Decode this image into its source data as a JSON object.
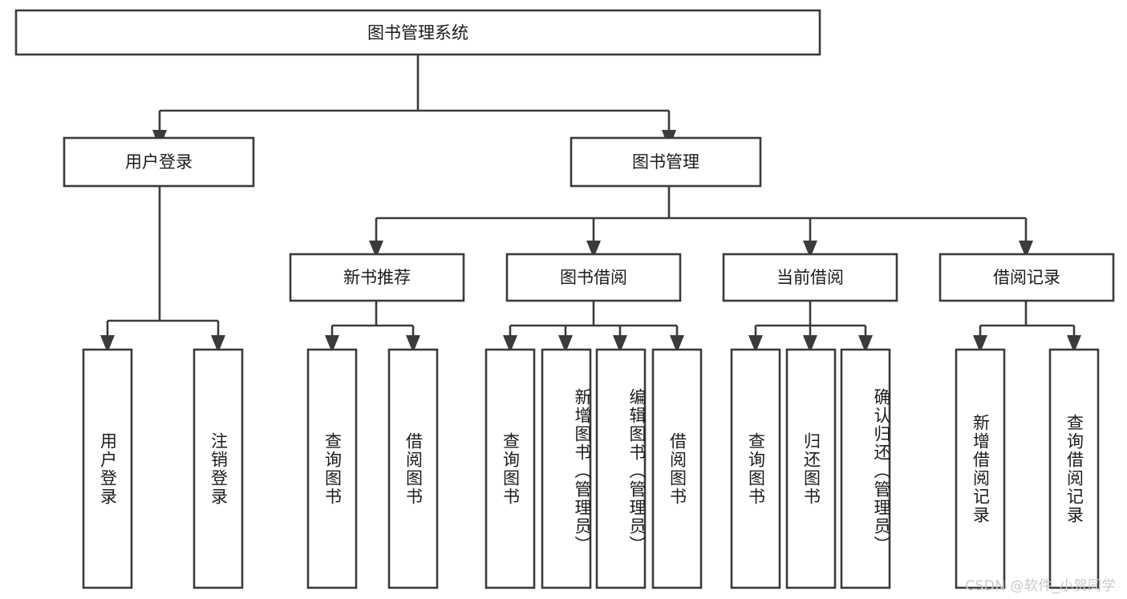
{
  "diagram": {
    "type": "tree-hierarchy",
    "title": "图书管理系统",
    "orientation": "top-down",
    "colors": {
      "box_stroke": "#3b3b3b",
      "box_fill": "#ffffff",
      "text": "#1b1b1b",
      "background": "#ffffff",
      "watermark": "#c9c9c9"
    },
    "levels": {
      "root": {
        "label": "图书管理系统"
      },
      "level2": [
        {
          "label": "用户登录"
        },
        {
          "label": "图书管理"
        }
      ],
      "level3": [
        {
          "label": "新书推荐"
        },
        {
          "label": "图书借阅"
        },
        {
          "label": "当前借阅"
        },
        {
          "label": "借阅记录"
        }
      ],
      "leaves": {
        "user_login": [
          {
            "label": "用户登录"
          },
          {
            "label": "注销登录"
          }
        ],
        "new_book_recommend": [
          {
            "label": "查询图书"
          },
          {
            "label": "借阅图书"
          }
        ],
        "book_borrow": [
          {
            "label": "查询图书"
          },
          {
            "label": "新增图书（管理员）"
          },
          {
            "label": "编辑图书（管理员）"
          },
          {
            "label": "借阅图书"
          }
        ],
        "current_borrow": [
          {
            "label": "查询图书"
          },
          {
            "label": "归还图书"
          },
          {
            "label": "确认归还（管理员）"
          }
        ],
        "borrow_record": [
          {
            "label": "新增借阅记录"
          },
          {
            "label": "查询借阅记录"
          }
        ]
      }
    },
    "watermark": "CSDN @软件_小贺同学"
  }
}
